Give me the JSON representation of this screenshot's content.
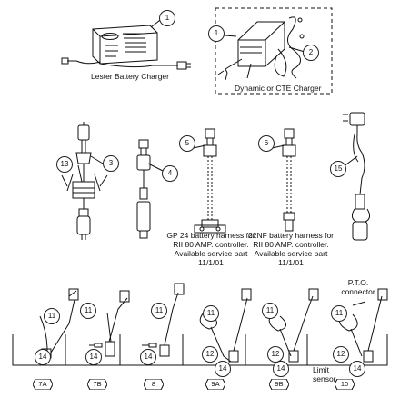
{
  "captions": {
    "lester": "Lester Battery Charger",
    "dynamic": "Dynamic or CTE Charger",
    "gp24": [
      "GP 24 battery harness for",
      "RII 80 AMP. controller.",
      "Available service part",
      "11/1/01"
    ],
    "nf22": [
      "22NF battery harness for",
      "RII 80 AMP. controller.",
      "Available service part",
      "11/1/01"
    ],
    "pto": [
      "P.T.O.",
      "connector"
    ],
    "limit": [
      "Limit",
      "sensor"
    ]
  },
  "callouts": {
    "c1a": "1",
    "c1b": "1",
    "c2": "2",
    "c3": "3",
    "c4": "4",
    "c5": "5",
    "c6": "6",
    "c13": "13",
    "c15": "15",
    "b11a": "11",
    "b14a": "14",
    "b11b": "11",
    "b14b": "14",
    "b11c": "11",
    "b14c": "14",
    "b11d": "11",
    "b12d": "12",
    "b14d": "14",
    "b11e": "11",
    "b12e": "12",
    "b14e": "14",
    "b11f": "11",
    "b12f": "12",
    "b14f": "14"
  },
  "bottom_tags": [
    "7A",
    "7B",
    "8",
    "9A",
    "9B",
    "10"
  ]
}
